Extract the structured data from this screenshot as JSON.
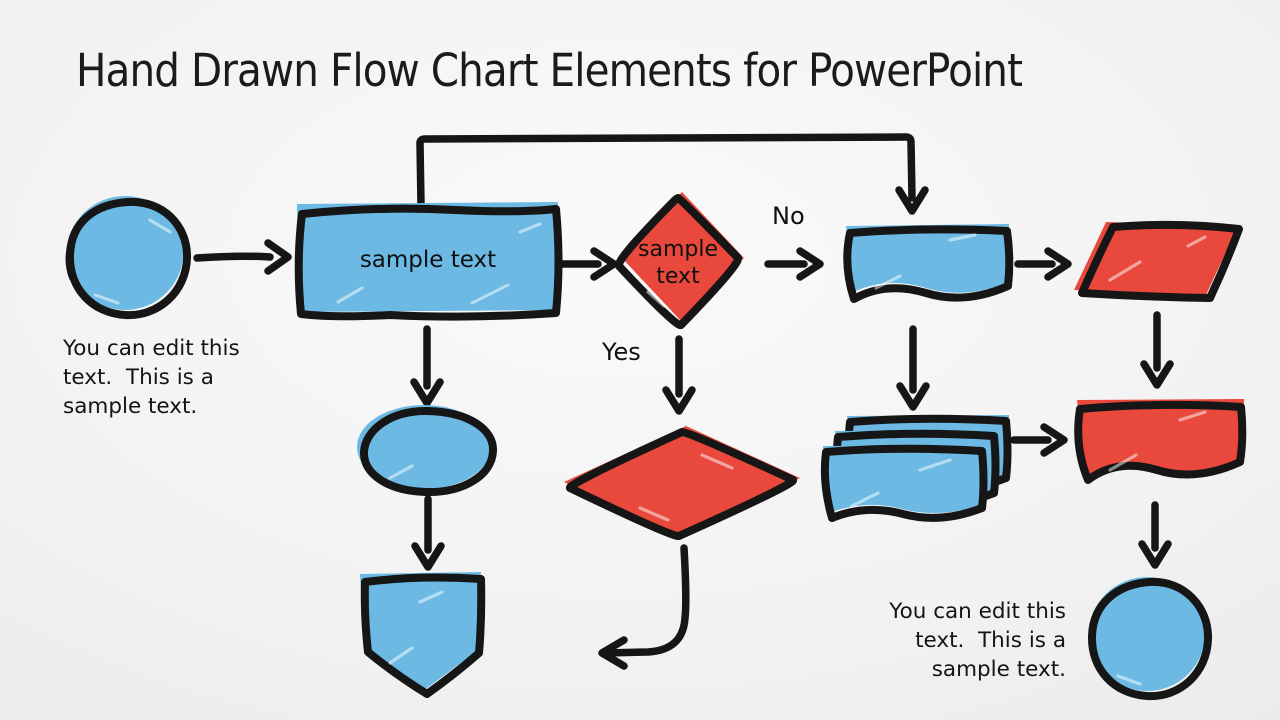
{
  "title": "Hand Drawn Flow Chart Elements for PowerPoint",
  "colors": {
    "blue": "#6cb9e4",
    "red": "#e8493c",
    "ink": "#161616"
  },
  "labels": {
    "process": "sample text",
    "decision": "sample text",
    "yes": "Yes",
    "no": "No"
  },
  "notes": {
    "left": {
      "lines": [
        "You can edit this",
        "text.  This is a",
        "sample text."
      ]
    },
    "right": {
      "lines": [
        "You can edit this",
        "text.  This is a",
        "sample text."
      ]
    }
  },
  "flow": {
    "nodes": [
      {
        "id": "start-circle",
        "shape": "circle",
        "color": "blue"
      },
      {
        "id": "process-rectangle",
        "shape": "rectangle",
        "color": "blue",
        "label": "sample text"
      },
      {
        "id": "decision-diamond",
        "shape": "diamond",
        "color": "red",
        "label": "sample text"
      },
      {
        "id": "document",
        "shape": "document",
        "color": "blue"
      },
      {
        "id": "parallelogram",
        "shape": "parallelogram",
        "color": "red"
      },
      {
        "id": "ellipse",
        "shape": "ellipse",
        "color": "blue"
      },
      {
        "id": "pentagon",
        "shape": "pentagon-down",
        "color": "blue"
      },
      {
        "id": "merge-diamond",
        "shape": "wide-diamond",
        "color": "red"
      },
      {
        "id": "multi-document",
        "shape": "multi-document",
        "color": "blue"
      },
      {
        "id": "document-red",
        "shape": "document",
        "color": "red"
      },
      {
        "id": "end-circle",
        "shape": "circle",
        "color": "blue"
      }
    ],
    "edges": [
      {
        "from": "start-circle",
        "to": "process-rectangle"
      },
      {
        "from": "process-rectangle",
        "to": "decision-diamond"
      },
      {
        "from": "process-rectangle",
        "to": "document",
        "route": "elbow-over-top"
      },
      {
        "from": "process-rectangle",
        "to": "ellipse"
      },
      {
        "from": "decision-diamond",
        "to": "document",
        "label": "No"
      },
      {
        "from": "decision-diamond",
        "to": "merge-diamond",
        "label": "Yes"
      },
      {
        "from": "ellipse",
        "to": "pentagon"
      },
      {
        "from": "document",
        "to": "parallelogram"
      },
      {
        "from": "document",
        "to": "multi-document"
      },
      {
        "from": "multi-document",
        "to": "document-red"
      },
      {
        "from": "parallelogram",
        "to": "document-red"
      },
      {
        "from": "document-red",
        "to": "end-circle"
      },
      {
        "from": "merge-diamond",
        "to": "exit-left",
        "route": "curve-down-left"
      }
    ]
  }
}
